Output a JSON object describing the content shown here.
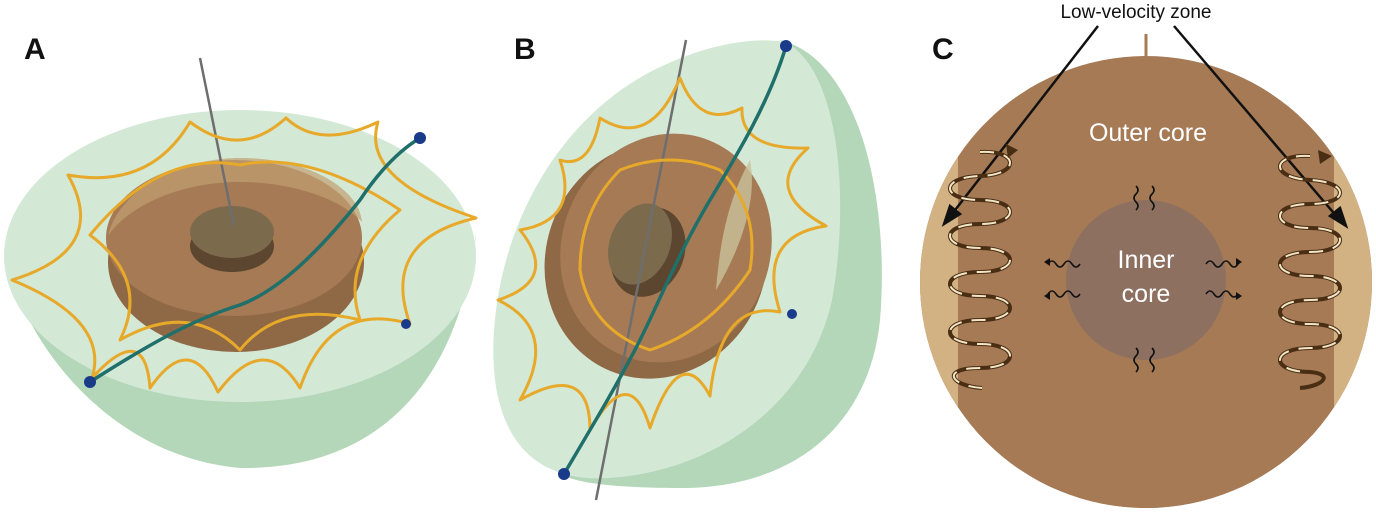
{
  "panels": {
    "a": {
      "letter": "A"
    },
    "b": {
      "letter": "B"
    },
    "c": {
      "letter": "C",
      "zone_label": "Low-velocity zone",
      "outer_label": "Outer core",
      "inner_label_1": "Inner",
      "inner_label_2": "core"
    }
  },
  "colors": {
    "mantle": "#d4e8d6",
    "mantle_side": "#b3d7b8",
    "outer_core": "#a57a55",
    "outer_core_dark": "#8f6845",
    "inner_core": "#8e7060",
    "low_velocity_zone": "#d2b183",
    "ray_path": "#e7a92a",
    "deep_ray": "#1f6f6a",
    "station": "#1a3a8a"
  }
}
